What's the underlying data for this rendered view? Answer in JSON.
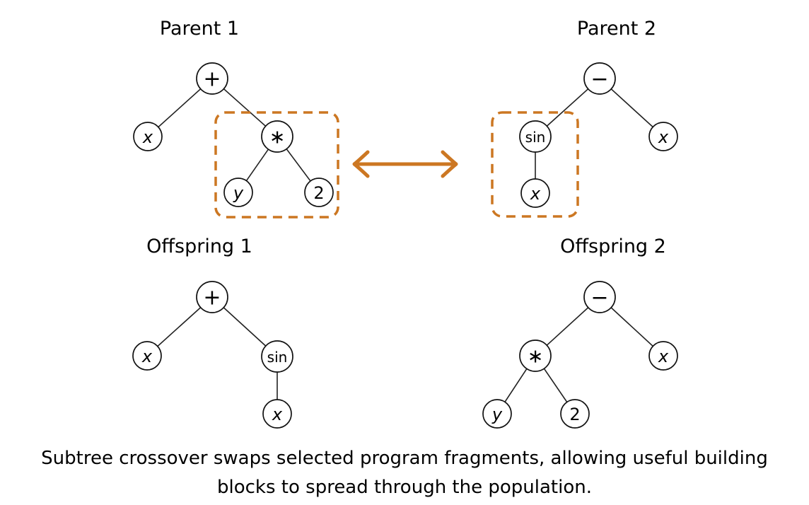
{
  "figure": {
    "caption": {
      "line1": "Subtree crossover swaps selected program fragments, allowing useful building",
      "line2": "blocks to spread through the population."
    }
  },
  "colors": {
    "parent_subtree_fill": "#f9ecda",
    "offspring_subtree_fill": "#e3f0e3",
    "crossover_accent": "#cc7722",
    "node_fill": "#ffffff",
    "node_stroke": "#111111",
    "edge_stroke": "#222222",
    "text": "#000000"
  },
  "trees": {
    "parent1": {
      "title": "Parent 1",
      "nodes": {
        "root": "+",
        "left_leaf": "x",
        "subtree_root": "∗",
        "subtree_left": "y",
        "subtree_right": "2"
      }
    },
    "parent2": {
      "title": "Parent 2",
      "nodes": {
        "root": "−",
        "subtree_root": "sin",
        "subtree_child": "x",
        "right_leaf": "x"
      }
    },
    "offspring1": {
      "title": "Offspring 1",
      "nodes": {
        "root": "+",
        "left_leaf": "x",
        "subtree_root": "sin",
        "subtree_child": "x"
      }
    },
    "offspring2": {
      "title": "Offspring 2",
      "nodes": {
        "root": "−",
        "subtree_root": "∗",
        "subtree_left": "y",
        "subtree_right": "2",
        "right_leaf": "x"
      }
    }
  }
}
